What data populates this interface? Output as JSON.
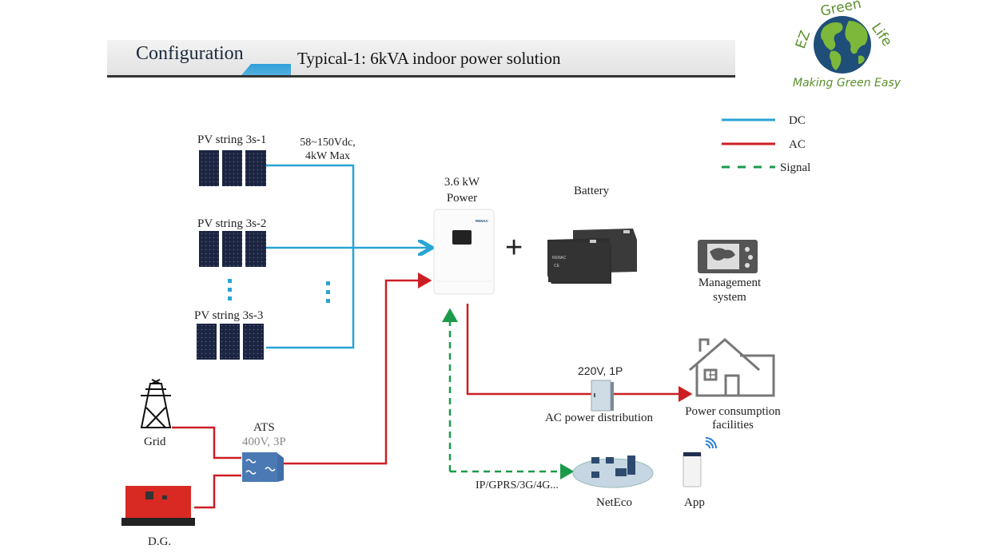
{
  "header": {
    "tab_label": "Configuration",
    "title": "Typical-1: 6kVA indoor power solution"
  },
  "logo": {
    "arc_text": "EZ Green Life",
    "tagline": "Making Green Easy",
    "colors": {
      "ocean": "#1f4e79",
      "land": "#7db83a",
      "text": "#5a8f2a"
    }
  },
  "legend": [
    {
      "label": "DC",
      "color": "#2aa3d6",
      "style": "solid"
    },
    {
      "label": "AC",
      "color": "#cc1f24",
      "style": "solid"
    },
    {
      "label": "Signal",
      "color": "#1a9a4a",
      "style": "dashed"
    }
  ],
  "pv": {
    "strings": [
      {
        "label": "PV string 3s-1"
      },
      {
        "label": "PV string 3s-2"
      },
      {
        "label": "PV string 3s-3"
      }
    ],
    "spec_line1": "58~150Vdc,",
    "spec_line2": "4kW Max",
    "ellipsis": "⋮"
  },
  "inverter": {
    "label_line1": "3.6 kW",
    "label_line2": "Power",
    "brand": "RENAC"
  },
  "plus_sign": "+",
  "battery": {
    "label": "Battery"
  },
  "management": {
    "label_line1": "Management",
    "label_line2": "system"
  },
  "ac_distribution": {
    "spec": "220V, 1P",
    "label": "AC power distribution"
  },
  "facilities": {
    "label_line1": "Power consumption",
    "label_line2": "facilities"
  },
  "grid": {
    "label": "Grid"
  },
  "generator": {
    "label": "D.G."
  },
  "ats": {
    "label": "ATS",
    "spec": "400V, 3P"
  },
  "network": {
    "protocols": "IP/GPRS/3G/4G...",
    "neteco_label": "NetEco",
    "app_label": "App"
  },
  "colors": {
    "dc": "#2aa3d6",
    "ac": "#cc1f24",
    "signal": "#1a9a4a",
    "header_tab": "#3aa9dc"
  }
}
